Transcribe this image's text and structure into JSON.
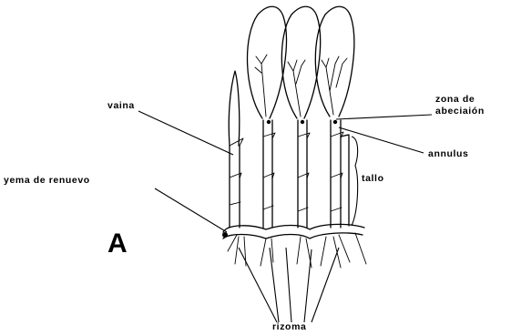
{
  "figure": {
    "panel_letter": "A",
    "labels": {
      "vaina": "vaina",
      "zona_line1": "zona de",
      "zona_line2": "abeciaión",
      "annulus": "annulus",
      "tallo": "tallo",
      "yema": "yema de renuevo",
      "rizoma": "rizoma"
    }
  }
}
